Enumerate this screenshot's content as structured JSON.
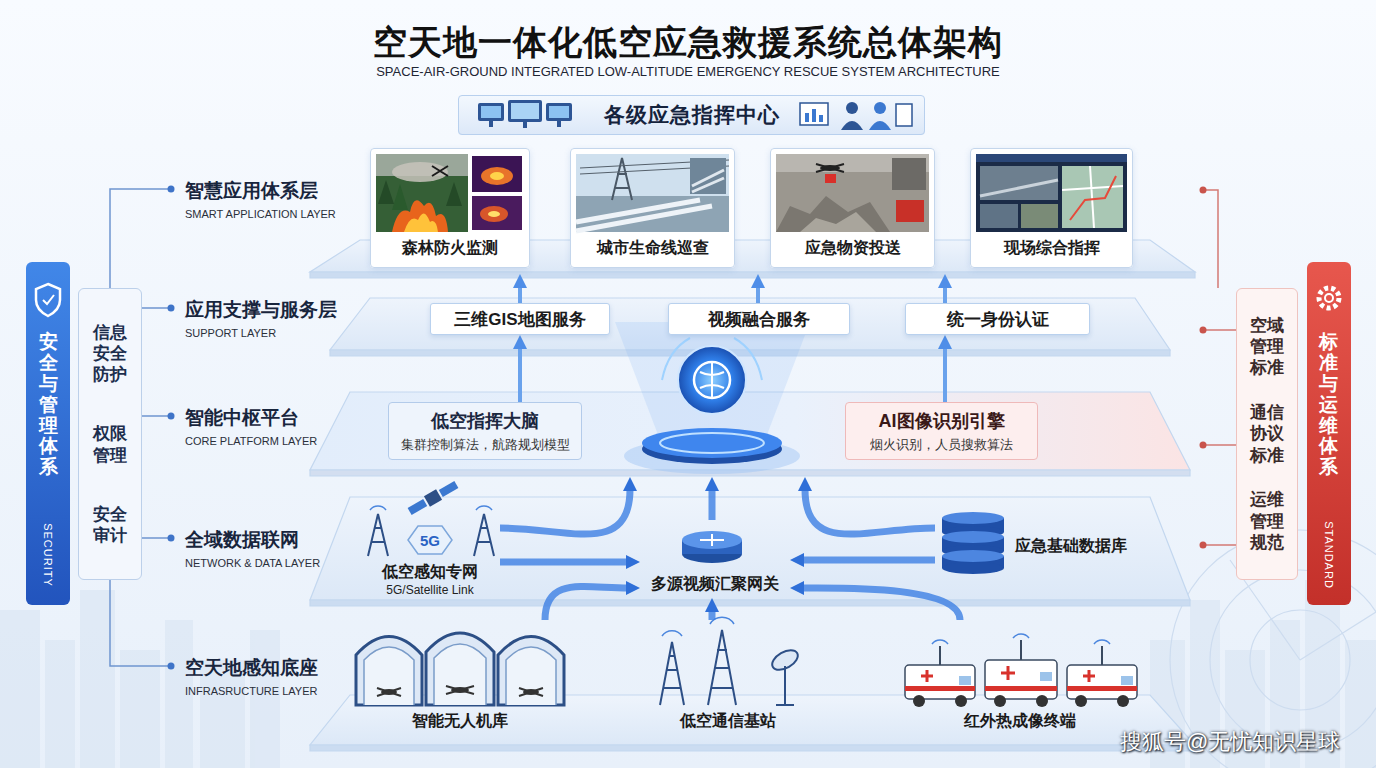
{
  "diagram": {
    "title": "空天地一体化低空应急救援系统总体架构",
    "nodes": [
      {
        "text": [
          "各级应急指挥中心"
        ]
      },
      {
        "text": [
          "智慧应用体系层",
          "SMART APPLICATION LAYER"
        ]
      },
      {
        "text": [
          "森林防火监测"
        ],
        "in": 1
      },
      {
        "text": [
          "城市生命线巡查"
        ],
        "in": 1
      },
      {
        "text": [
          "应急物资投送"
        ],
        "in": 1
      },
      {
        "text": [
          "现场综合指挥"
        ],
        "in": 1
      },
      {
        "text": [
          "应用支撑与服务层",
          "SUPPORT LAYER"
        ]
      },
      {
        "text": [
          "三维GIS地图服务"
        ],
        "in": 6
      },
      {
        "text": [
          "视频融合服务"
        ],
        "in": 6
      },
      {
        "text": [
          "统一身份认证"
        ],
        "in": 6
      },
      {
        "text": [
          "智能中枢平台",
          "CORE PLATFORM LAYER"
        ]
      },
      {
        "text": [
          "低空指挥大脑",
          "集群控制算法，航路规划模型"
        ],
        "in": 10
      },
      {
        "text": [
          "AI图像识别引擎",
          "烟火识别，人员搜救算法"
        ],
        "in": 10
      },
      {
        "text": [
          "全域数据联网",
          "NETWORK & DATA LAYER"
        ]
      },
      {
        "text": [
          "低空感知专网",
          "5G/Satellite Link"
        ],
        "in": 13
      },
      {
        "text": [
          "多源视频汇聚网关"
        ],
        "in": 13
      },
      {
        "text": [
          "应急基础数据库"
        ],
        "in": 13
      },
      {
        "text": [
          "空天地感知底座",
          "INFRASRUCTURE LAYER"
        ]
      },
      {
        "text": [
          "智能无人机库"
        ],
        "in": 17
      },
      {
        "text": [
          "低空通信基站"
        ],
        "in": 17
      },
      {
        "text": [
          "红外热成像终端"
        ],
        "in": 17
      },
      {
        "text": [
          "安全与管理体系",
          "SECURITY"
        ]
      },
      {
        "text": [
          "信息安全防护",
          "权限管理",
          "安全审计"
        ],
        "in": 21
      },
      {
        "text": [
          "标准与运维体系",
          "STANDARD"
        ]
      },
      {
        "text": [
          "空域管理标准",
          "通信协议标准",
          "运维管理规范"
        ],
        "in": 23
      }
    ],
    "edges": [
      {
        "from": 7,
        "to": 1,
        "arrow": "to"
      },
      {
        "from": 8,
        "to": 1,
        "arrow": "to"
      },
      {
        "from": 9,
        "to": 1,
        "arrow": "to"
      },
      {
        "from": 11,
        "to": 7,
        "arrow": "to"
      },
      {
        "from": 12,
        "to": 9,
        "arrow": "to"
      },
      {
        "from": 14,
        "to": 10,
        "arrow": "to"
      },
      {
        "from": 15,
        "to": 10,
        "arrow": "to"
      },
      {
        "from": 16,
        "to": 10,
        "arrow": "to"
      },
      {
        "from": 16,
        "to": 15,
        "arrow": "to"
      },
      {
        "from": 14,
        "to": 15,
        "arrow": "to"
      },
      {
        "from": 18,
        "to": 15,
        "arrow": "to"
      },
      {
        "from": 19,
        "to": 15,
        "arrow": "to"
      },
      {
        "from": 20,
        "to": 15,
        "arrow": "to"
      }
    ],
    "labels": [
      "SPACE-AIR-GROUND INTEGRATED LOW-ALTITUDE EMERGENCY RESCUE SYSTEM ARCHITECTURE",
      "5G",
      "搜狐号@无忧知识星球"
    ]
  }
}
